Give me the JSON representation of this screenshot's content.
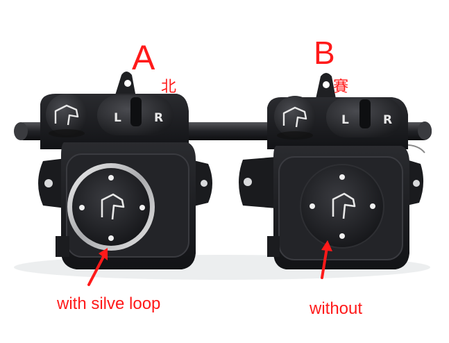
{
  "labels": {
    "a": "A",
    "b": "B",
    "caption_a": "with silve loop",
    "caption_b": "without",
    "watermark": "北 賽"
  },
  "buttons": {
    "left": "L",
    "right": "R"
  },
  "colors": {
    "annotation": "#ff1a1a",
    "housing": "#1b1c1f",
    "button": "#2c2d31",
    "knob": "#222326",
    "silver_loop": "#c9cacc",
    "icon": "#e8e8e8",
    "rod": "#2a2b2e"
  },
  "icons": {
    "fold_button": "mirror-fold-icon",
    "knob_center": "mirror-adjust-icon",
    "arrow": "arrow-up-icon"
  }
}
